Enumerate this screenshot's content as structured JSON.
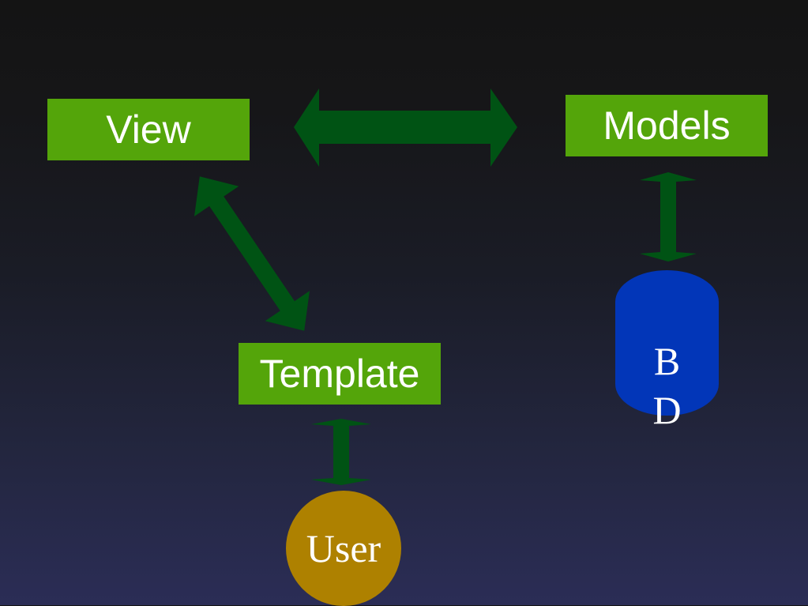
{
  "diagram": {
    "nodes": {
      "view": "View",
      "models": "Models",
      "template": "Template",
      "user": "User",
      "database": "B\nD"
    },
    "colors": {
      "box": "#54a50a",
      "arrow": "#005314",
      "user": "#ae8100",
      "database": "#0236b8",
      "text": "#ffffff"
    },
    "connections": [
      {
        "from": "View",
        "to": "Models",
        "direction": "bidirectional"
      },
      {
        "from": "View",
        "to": "Template",
        "direction": "bidirectional"
      },
      {
        "from": "Models",
        "to": "B\nD",
        "direction": "bidirectional"
      },
      {
        "from": "Template",
        "to": "User",
        "direction": "bidirectional"
      }
    ]
  }
}
